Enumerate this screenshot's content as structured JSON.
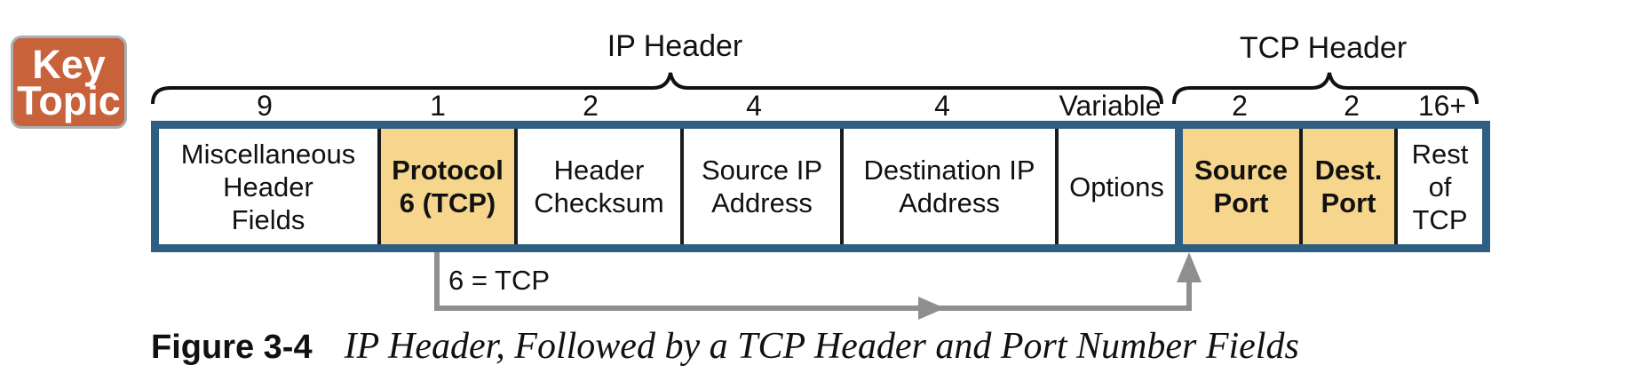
{
  "badge": {
    "line1": "Key",
    "line2": "Topic"
  },
  "groups": {
    "ip": "IP Header",
    "tcp": "TCP Header"
  },
  "ip_fields": [
    {
      "size": "9",
      "label": "Miscellaneous\nHeader\nFields",
      "highlight": false
    },
    {
      "size": "1",
      "label": "Protocol\n6 (TCP)",
      "highlight": true
    },
    {
      "size": "2",
      "label": "Header\nChecksum",
      "highlight": false
    },
    {
      "size": "4",
      "label": "Source IP\nAddress",
      "highlight": false
    },
    {
      "size": "4",
      "label": "Destination IP\nAddress",
      "highlight": false
    },
    {
      "size": "Variable",
      "label": "Options",
      "highlight": false
    }
  ],
  "tcp_fields": [
    {
      "size": "2",
      "label": "Source\nPort",
      "highlight": true
    },
    {
      "size": "2",
      "label": "Dest.\nPort",
      "highlight": true
    },
    {
      "size": "16+",
      "label": "Rest\nof\nTCP",
      "highlight": false
    }
  ],
  "arrow_label": "6 = TCP",
  "caption": {
    "label": "Figure 3-4",
    "text": "IP Header, Followed by a TCP Header and Port Number Fields"
  },
  "colors": {
    "frame": "#2e5e82",
    "highlight": "#f6d68c",
    "badge": "#c8623a",
    "arrow": "#8f8f8f"
  }
}
